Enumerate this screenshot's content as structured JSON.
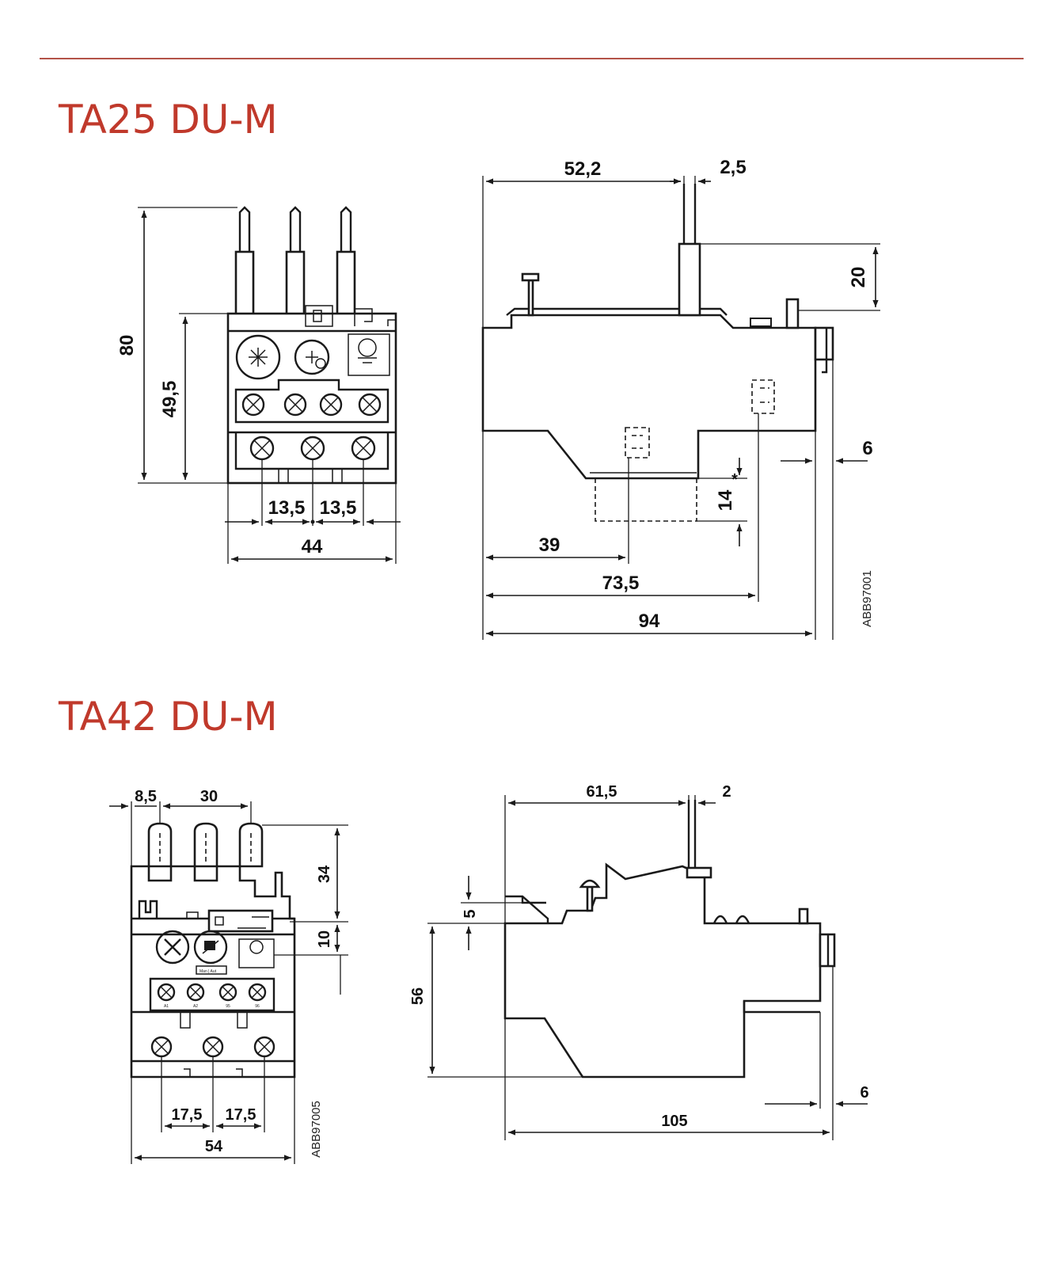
{
  "colors": {
    "accent": "#c0392b",
    "rule": "#b35248",
    "ink": "#1a1a1a"
  },
  "sections": [
    {
      "title": "TA25 DU-M",
      "front_view": {
        "dims": {
          "height_total": "80",
          "height_lower": "49,5",
          "pitch_left": "13,5",
          "pitch_right": "13,5",
          "width": "44"
        }
      },
      "side_view": {
        "dims": {
          "top_offset": "52,2",
          "terminal": "2,5",
          "terminal_height": "20",
          "rail": "6",
          "contact_depth": "14",
          "contact_star": "*",
          "to_first_contact": "39",
          "to_second_contact": "73,5",
          "depth": "94"
        },
        "drawing_code": "ABB97001"
      }
    },
    {
      "title": "TA42 DU-M",
      "front_view": {
        "dims": {
          "edge": "8,5",
          "pitch_top": "30",
          "terminal_height": "34",
          "dial_height": "10",
          "pitch_left": "17,5",
          "pitch_right": "17,5",
          "width": "54"
        },
        "drawing_code": "ABB97005",
        "terminal_labels": [
          "A1",
          "A2",
          "95",
          "96"
        ],
        "reset_label": "Man | Aut"
      },
      "side_view": {
        "dims": {
          "top_offset": "61,5",
          "terminal": "2",
          "step": "5",
          "height": "56",
          "rail": "6",
          "depth": "105"
        }
      }
    }
  ]
}
